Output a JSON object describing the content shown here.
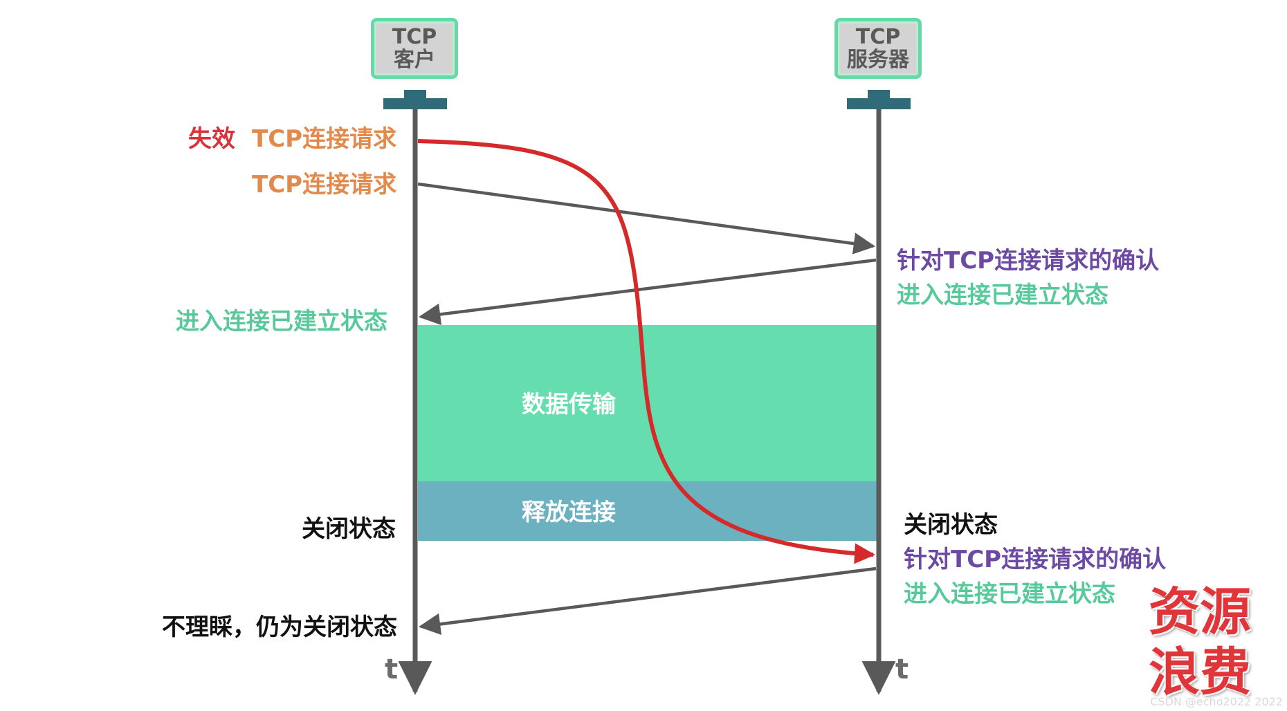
{
  "colors": {
    "orange": "#e28a4b",
    "red": "#d9323a",
    "purple": "#6c4aa3",
    "green": "#58c99b",
    "black": "#111111",
    "gray_arrow": "#595959",
    "data_band": "#66ddae",
    "release_band": "#6bb1c0",
    "failed_curve": "#d62a2a"
  },
  "client": {
    "line1": "TCP",
    "line2": "客户"
  },
  "server": {
    "line1": "TCP",
    "line2": "服务器"
  },
  "left_labels": {
    "invalid_tag": "失效",
    "invalid_req": "TCP连接请求",
    "req": "TCP连接请求",
    "established": "进入连接已建立状态",
    "closed": "关闭状态",
    "ignore": "不理睬，仍为关闭状态"
  },
  "right_labels": {
    "ack1": "针对TCP连接请求的确认",
    "est1": "进入连接已建立状态",
    "closed": "关闭状态",
    "ack2": "针对TCP连接请求的确认",
    "est2": "进入连接已建立状态"
  },
  "bands": {
    "data_transfer": "数据传输",
    "release": "释放连接"
  },
  "time_axis": {
    "client_t": "t",
    "server_t": "t"
  },
  "stamp": {
    "line1": "资源",
    "line2": "浪费"
  },
  "watermark": "CSDN @echo2022 2022"
}
